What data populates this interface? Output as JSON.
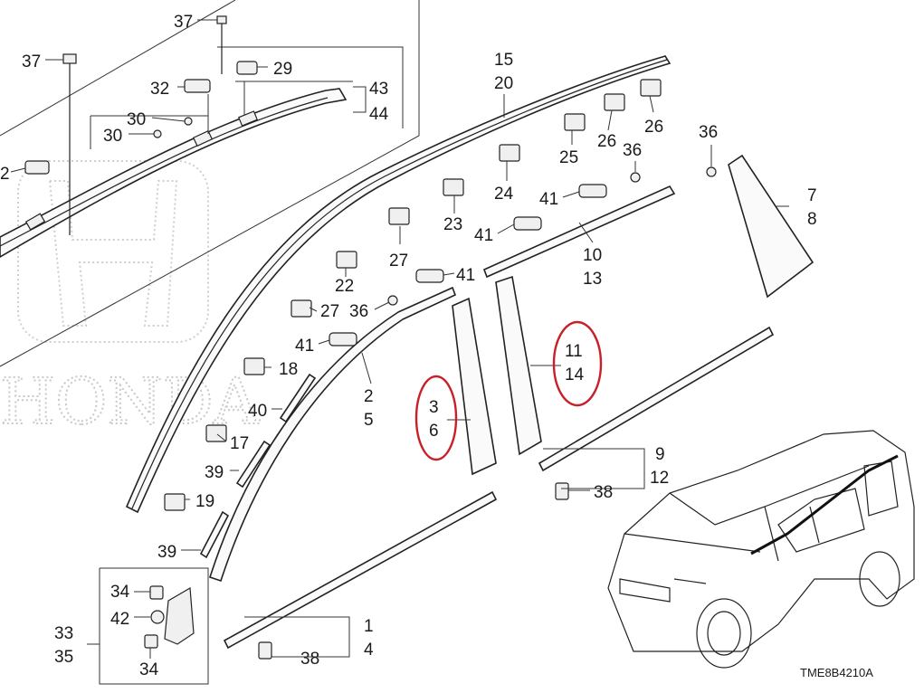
{
  "diagram": {
    "watermark": "HONDA",
    "code": "TME8B4210A",
    "labels": {
      "p1": "1",
      "p4": "4",
      "p2": "2",
      "p5": "5",
      "p3": "3",
      "p6": "6",
      "p7": "7",
      "p8": "8",
      "p9": "9",
      "p12": "12",
      "p10": "10",
      "p13": "13",
      "p11": "11",
      "p14": "14",
      "p15": "15",
      "p20": "20",
      "p17": "17",
      "p18": "18",
      "p19": "19",
      "p22": "22",
      "p23": "23",
      "p24": "24",
      "p25": "25",
      "p26a": "26",
      "p26b": "26",
      "p27a": "27",
      "p27b": "27",
      "p29": "29",
      "p30a": "30",
      "p30b": "30",
      "p32a": "32",
      "p32b": "2",
      "p33": "33",
      "p35": "35",
      "p34a": "34",
      "p34b": "34",
      "p36a": "36",
      "p36b": "36",
      "p36c": "36",
      "p37a": "37",
      "p37b": "37",
      "p38a": "38",
      "p38b": "38",
      "p39a": "39",
      "p39b": "39",
      "p40": "40",
      "p41a": "41",
      "p41b": "41",
      "p41c": "41",
      "p41d": "41",
      "p42": "42",
      "p43": "43",
      "p44": "44"
    },
    "colors": {
      "ink": "#222222",
      "highlight": "#c8202a",
      "watermark": "#c9c9c9"
    }
  }
}
